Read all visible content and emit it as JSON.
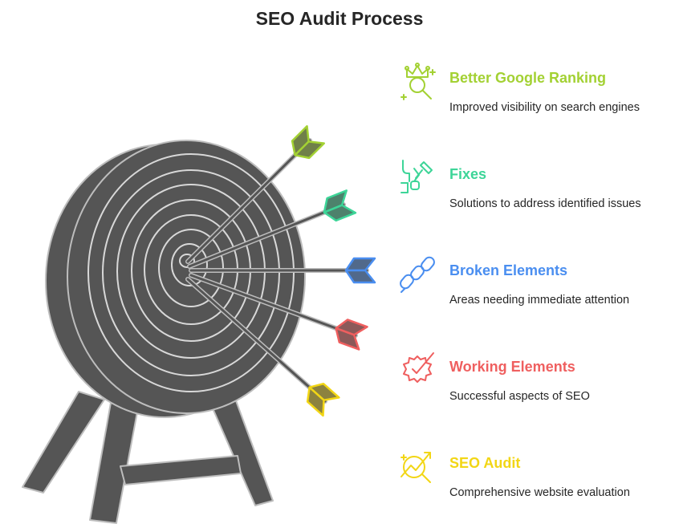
{
  "title": "SEO Audit Process",
  "items": [
    {
      "heading": "Better Google Ranking",
      "description": "Improved visibility on search engines",
      "color": "#a3d133",
      "icon": "crown-magnifier-icon"
    },
    {
      "heading": "Fixes",
      "description": "Solutions to address identified issues",
      "color": "#3dd598",
      "icon": "wrench-fix-icon"
    },
    {
      "heading": "Broken Elements",
      "description": "Areas needing immediate attention",
      "color": "#4a8ef0",
      "icon": "broken-chain-icon"
    },
    {
      "heading": "Working Elements",
      "description": "Successful aspects of SEO",
      "color": "#ef5f5f",
      "icon": "gear-check-icon"
    },
    {
      "heading": "SEO Audit",
      "description": "Comprehensive website evaluation",
      "color": "#f2d615",
      "icon": "chart-magnifier-icon"
    }
  ],
  "target_color": "#555555",
  "ring_color": "#d8d8d8"
}
